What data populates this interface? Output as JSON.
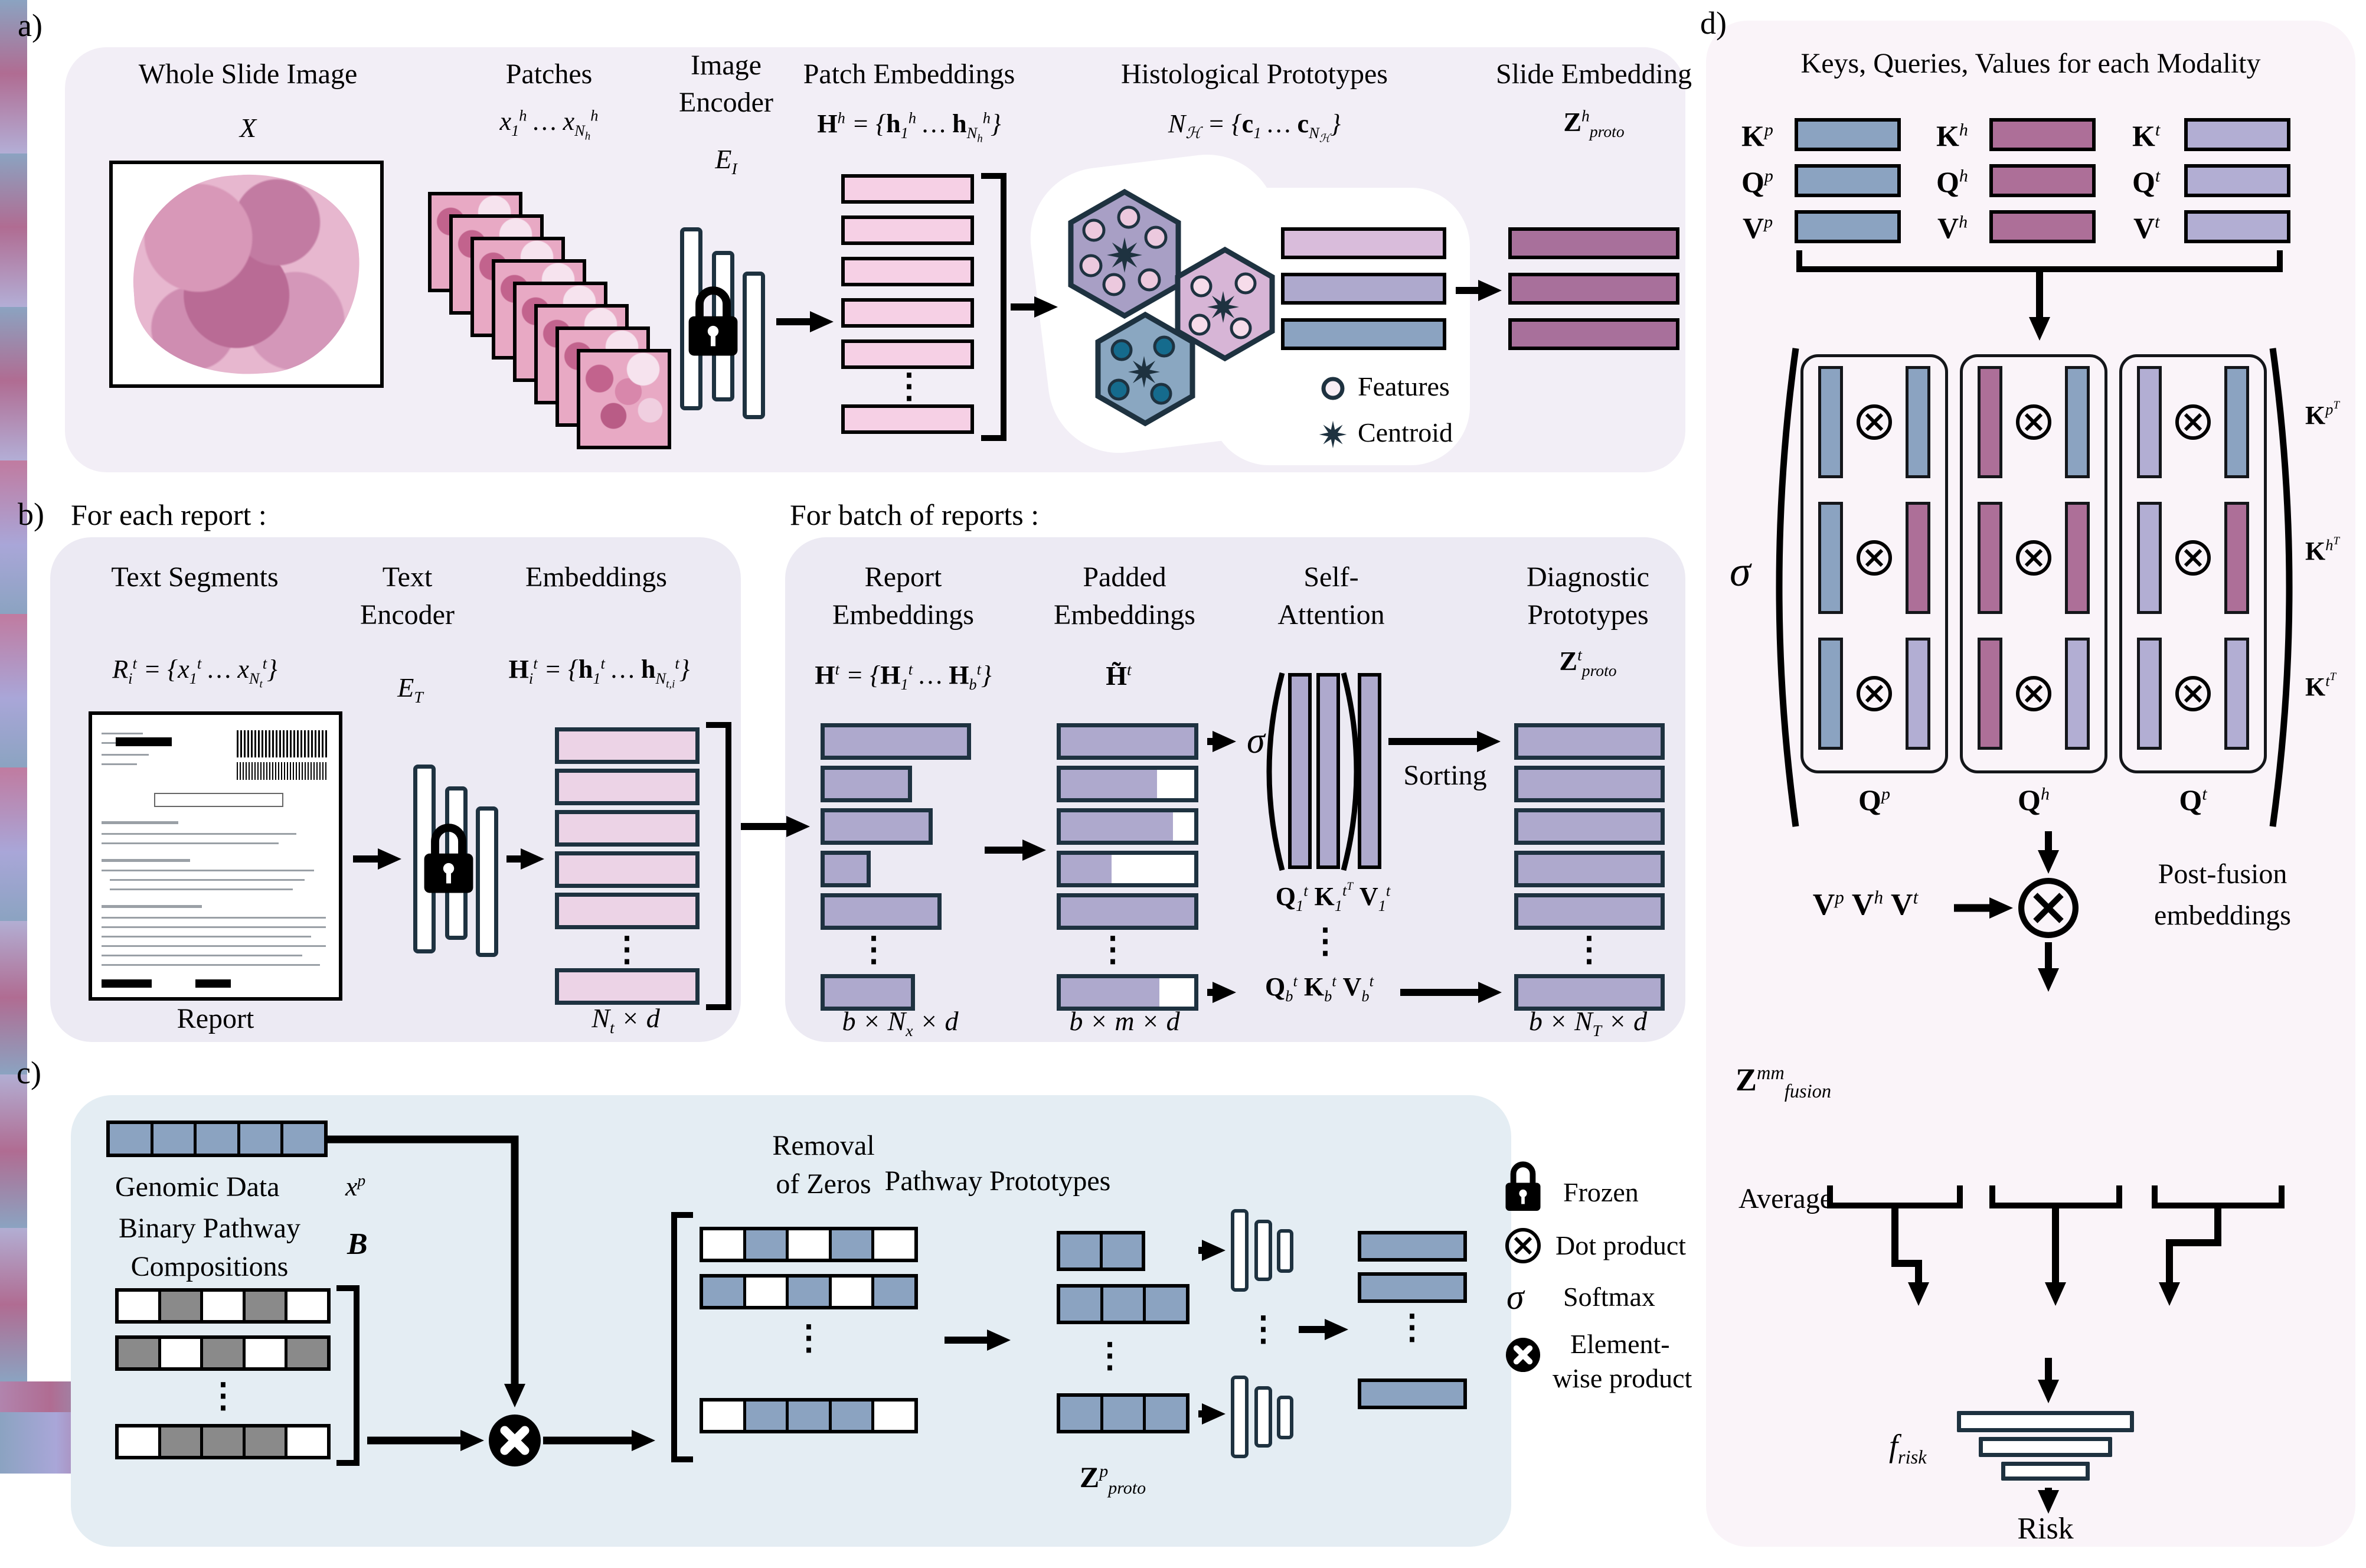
{
  "figure": {
    "panel_a_label": "a)",
    "panel_b_label": "b)",
    "panel_c_label": "c)",
    "panel_d_label": "d)"
  },
  "symbols": {
    "sigma": "σ",
    "vdots": "⋮"
  },
  "colors": {
    "panel_a_bg": "#f2eef6",
    "panel_b_bg": "#eceaf3",
    "panel_c_bg": "#e4edf3",
    "panel_d_bg": "#faf4f9",
    "pink_bar": "#f6d0e5",
    "pink_soft": "#ecd3e6",
    "lavender_bar": "#aea9cd",
    "blue_bar": "#8ba3c1",
    "mauve_bar": "#a8709b",
    "proto_pink": "#d9bcdb",
    "gray_cell": "#8a8a8a",
    "outline_dark": "#1e3240",
    "hex_purple": "#a89fc5",
    "hex_pink": "#d7b5d6",
    "hex_blue": "#8aa7c1",
    "teal_dot": "#156b8d"
  },
  "panel_a": {
    "headers": {
      "wsi": "Whole Slide Image",
      "patches": "Patches",
      "encoder_l1": "Image",
      "encoder_l2": "Encoder",
      "patch_embeddings": "Patch Embeddings",
      "histological_prototypes": "Histological Prototypes",
      "slide_embedding": "Slide Embedding"
    },
    "math": {
      "wsi": "X",
      "patches": "x<sub>1</sub><sup>h</sup> … x<sub>N<sub>h</sub></sub><sup>h</sup>",
      "encoder": "E<sub>I</sub>",
      "patch_embeddings": "<b>H</b><sup>h</sup> = {<b>h</b><sub>1</sub><sup>h</sup> … <b>h</b><sub>N<sub>h</sub></sub><sup>h</sup>}",
      "histological_prototypes": "N<sub>ℋ</sub> = {<b>c</b><sub>1</sub> … <b>c</b><sub>N<sub>ℋ</sub></sub>}",
      "slide_embedding": "<b>Z</b><sup>h</sup><sub>proto</sub>"
    },
    "legend": {
      "features": "Features",
      "centroid": "Centroid"
    }
  },
  "panel_b": {
    "heading_left": "For each report :",
    "heading_right": "For batch of reports :",
    "left": {
      "headers": {
        "text_segments": "Text Segments",
        "encoder_l1": "Text",
        "encoder_l2": "Encoder",
        "embeddings": "Embeddings"
      },
      "math": {
        "segments": "R<sub>i</sub><sup>t</sup> = {x<sub>1</sub><sup>t</sup> … x<sub>N<sub>t</sub></sub><sup>t</sup>}",
        "encoder": "E<sub>T</sub>",
        "embeddings": "<b>H</b><sub>i</sub><sup>t</sup> = {<b>h</b><sub>1</sub><sup>t</sup> … <b>h</b><sub>N<sub>t,i</sub></sub><sup>t</sup>}",
        "dim": "N<sub>t</sub> × d"
      },
      "report_label": "Report"
    },
    "right": {
      "headers": {
        "report_l1": "Report",
        "report_l2": "Embeddings",
        "padded_l1": "Padded",
        "padded_l2": "Embeddings",
        "sa_l1": "Self-",
        "sa_l2": "Attention",
        "diag_l1": "Diagnostic",
        "diag_l2": "Prototypes"
      },
      "math": {
        "report": "<b>H</b><sup>t</sup> = {<b>H</b><sub>1</sub><sup>t</sup> … <b>H</b><sub>b</sub><sup>t</sup>}",
        "padded": "<b>H̃</b><sup>t</sup>",
        "z_proto": "<b>Z</b><sup>t</sup><sub>proto</sub>",
        "qkv_1": "<b>Q</b><sub>1</sub><sup>t</sup> <b>K</b><sub>1</sub><sup>t<sup>T</sup></sup> <b>V</b><sub>1</sub><sup>t</sup>",
        "qkv_b": "<b>Q</b><sub>b</sub><sup>t</sup> <b>K</b><sub>b</sub><sup>t</sup> <b>V</b><sub>b</sub><sup>t</sup>",
        "dim_reports": "b × N<sub>x</sub> × d",
        "dim_padded": "b × m × d",
        "dim_proto": "b × N<sub>T</sub> × d"
      },
      "sorting_label": "Sorting"
    }
  },
  "panel_c": {
    "genomic_label": "Genomic Data",
    "genomic_math": "x<sup>p</sup>",
    "binary_l1": "Binary Pathway",
    "binary_l2": "Compositions",
    "binary_math": "B",
    "removal_l1": "Removal",
    "removal_l2": "of Zeros",
    "pathway_title": "Pathway Prototypes",
    "z_proto": "<b>Z</b><sup>p</sup><sub>proto</sub>"
  },
  "legend": {
    "frozen": "Frozen",
    "dot_product": "Dot product",
    "softmax": "Softmax",
    "elementwise_l1": "Element-",
    "elementwise_l2": "wise product"
  },
  "panel_d": {
    "title": "Keys, Queries, Values for each Modality",
    "kqv": {
      "kp": "<b>K</b><sup>p</sup>",
      "qp": "<b>Q</b><sup>p</sup>",
      "vp": "<b>V</b><sup>p</sup>",
      "kh": "<b>K</b><sup>h</sup>",
      "qh": "<b>Q</b><sup>h</sup>",
      "vh": "<b>V</b><sup>h</sup>",
      "kt": "<b>K</b><sup>t</sup>",
      "qt": "<b>Q</b><sup>t</sup>",
      "vt": "<b>V</b><sup>t</sup>"
    },
    "attn": {
      "kpT": "<b>K</b><sup>p<sup>T</sup></sup>",
      "khT": "<b>K</b><sup>h<sup>T</sup></sup>",
      "ktT": "<b>K</b><sup>t<sup>T</sup></sup>",
      "qp": "<b>Q</b><sup>p</sup>",
      "qh": "<b>Q</b><sup>h</sup>",
      "qt": "<b>Q</b><sup>t</sup>"
    },
    "v_row": "<b>V</b><sup>p</sup> <b>V</b><sup>h</sup> <b>V</b><sup>t</sup>",
    "postfusion_l1": "Post-fusion",
    "postfusion_l2": "embeddings",
    "z_fusion": "<b>Z</b><sup>mm</sup><sub>fusion</sub>",
    "average": "Average",
    "f_risk": "f<sub>risk</sub>",
    "risk": "Risk"
  }
}
